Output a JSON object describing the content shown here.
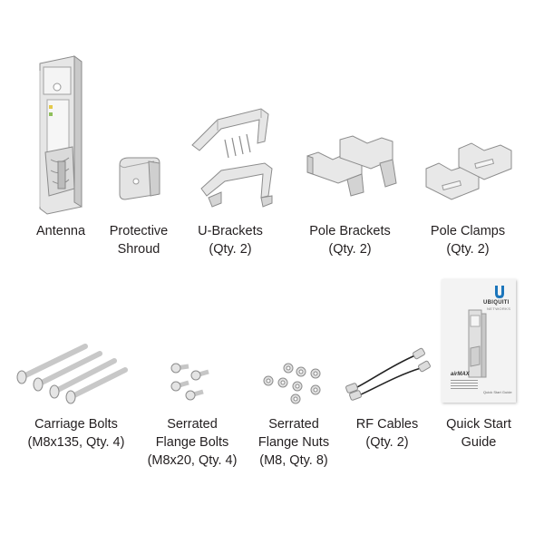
{
  "items": [
    {
      "id": "antenna",
      "lines": [
        "Antenna"
      ]
    },
    {
      "id": "protective-shroud",
      "lines": [
        "Protective",
        "Shroud"
      ]
    },
    {
      "id": "u-brackets",
      "lines": [
        "U-Brackets",
        "(Qty. 2)"
      ]
    },
    {
      "id": "pole-brackets",
      "lines": [
        "Pole Brackets",
        "(Qty. 2)"
      ]
    },
    {
      "id": "pole-clamps",
      "lines": [
        "Pole Clamps",
        "(Qty. 2)"
      ]
    },
    {
      "id": "carriage-bolts",
      "lines": [
        "Carriage Bolts",
        "(M8x135, Qty. 4)"
      ]
    },
    {
      "id": "serrated-flange-bolts",
      "lines": [
        "Serrated",
        "Flange Bolts",
        "(M8x20, Qty. 4)"
      ]
    },
    {
      "id": "serrated-flange-nuts",
      "lines": [
        "Serrated",
        "Flange Nuts",
        "(M8, Qty. 8)"
      ]
    },
    {
      "id": "rf-cables",
      "lines": [
        "RF Cables",
        "(Qty. 2)"
      ]
    },
    {
      "id": "quick-start-guide",
      "lines": [
        "Quick Start",
        "Guide"
      ]
    }
  ],
  "guide": {
    "brand": "UBIQUITI",
    "brand_sub": "NETWORKS",
    "product": "airMAX",
    "footer": "Quick Start Guide"
  },
  "colors": {
    "metal_light": "#eeeeee",
    "metal_mid": "#d6d6d6",
    "metal_dark": "#a9a9a9",
    "outline": "#8c8c8c",
    "brand_blue": "#1b75bb",
    "cable": "#222222"
  }
}
